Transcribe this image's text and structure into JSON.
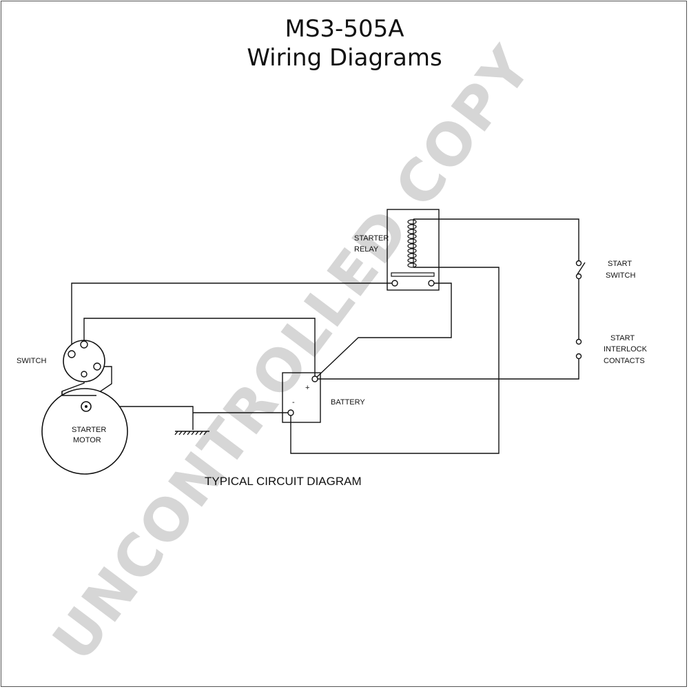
{
  "title": {
    "line1": "MS3-505A",
    "line2": "Wiring Diagrams"
  },
  "watermark": "UNCONTROLLED COPY",
  "diagram": {
    "caption": "TYPICAL CIRCUIT DIAGRAM",
    "labels": {
      "starter_relay": [
        "STARTER",
        "RELAY"
      ],
      "start_switch": [
        "START",
        "SWITCH"
      ],
      "interlock": [
        "START",
        "INTERLOCK",
        "CONTACTS"
      ],
      "switch": "SWITCH",
      "battery": "BATTERY",
      "starter_motor": [
        "STARTER",
        "MOTOR"
      ],
      "plus": "+",
      "minus": "-"
    }
  },
  "colors": {
    "line": "#111111",
    "watermark": "#d6d6d6"
  }
}
